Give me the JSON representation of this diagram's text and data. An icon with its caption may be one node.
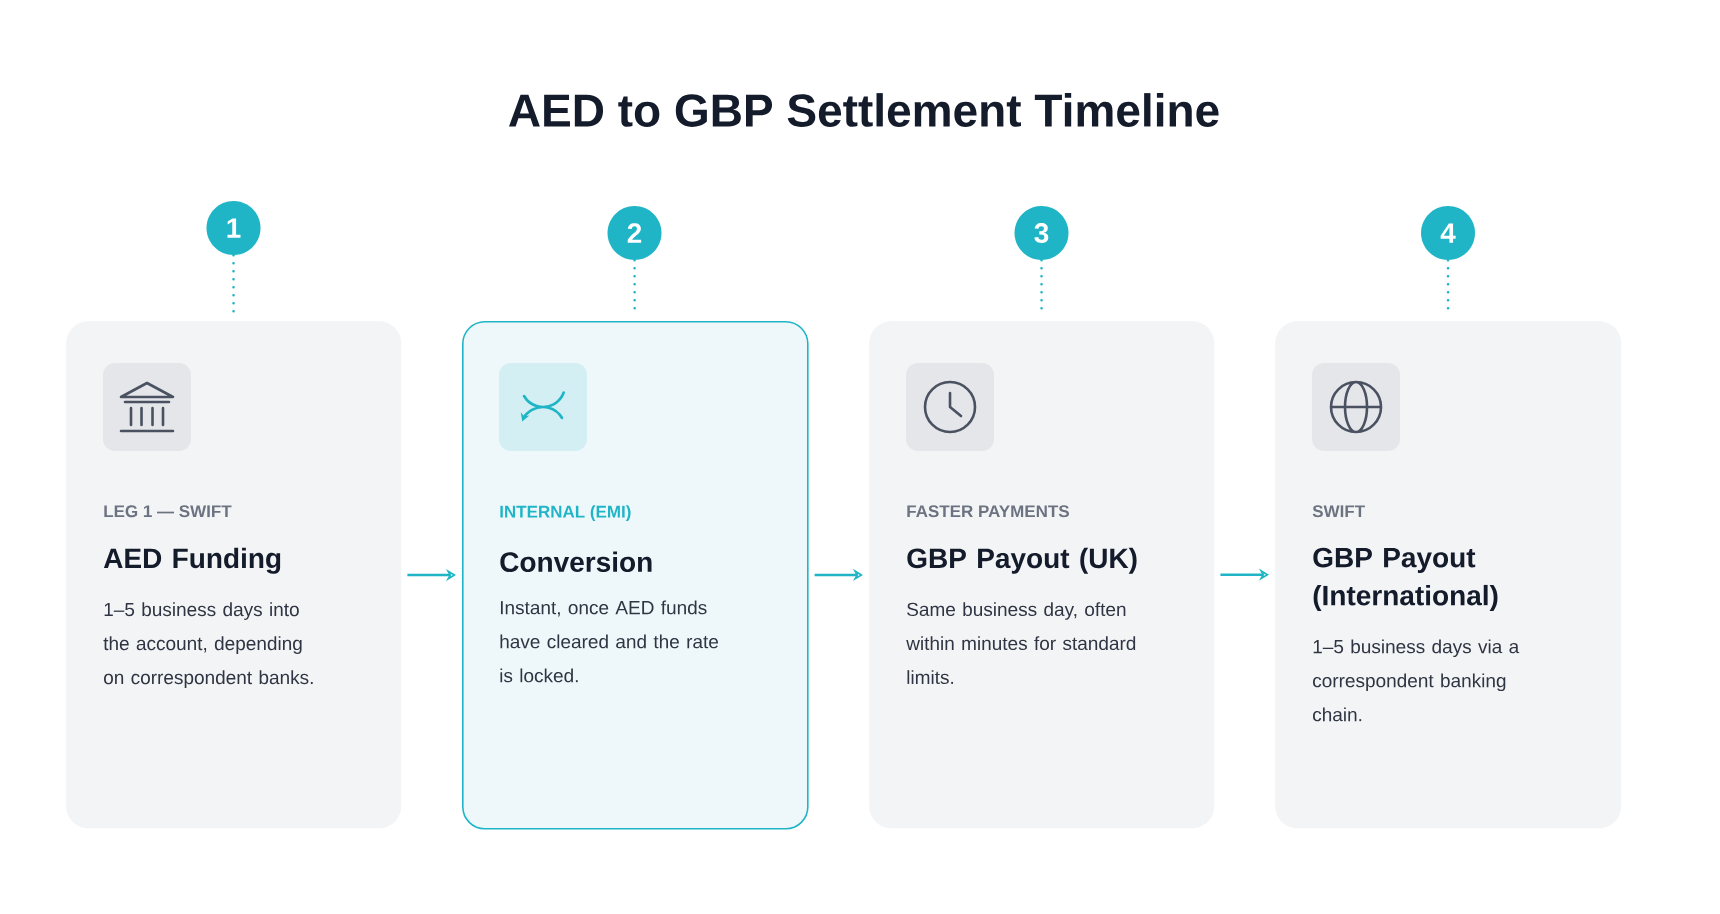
{
  "diagram": {
    "title": "AED to GBP Settlement Timeline",
    "nodes": [
      {
        "text": [
          "1"
        ]
      },
      {
        "text": [
          "2"
        ]
      },
      {
        "text": [
          "3"
        ]
      },
      {
        "text": [
          "4"
        ]
      },
      {
        "text": [
          "LEG 1 — SWIFT",
          "AED Funding",
          "1–5 business days into the account, depending on correspondent banks."
        ]
      },
      {
        "text": [
          "INTERNAL (EMI)",
          "Conversion",
          "Instant, once AED funds have cleared and the rate is locked."
        ]
      },
      {
        "text": [
          "FASTER PAYMENTS",
          "GBP Payout (UK)",
          "Same business day, often within minutes for standard limits."
        ]
      },
      {
        "text": [
          "SWIFT",
          "GBP Payout (International)",
          "1–5 business days via a correspondent banking chain."
        ]
      }
    ],
    "edges": [
      {
        "from": 0,
        "to": 4,
        "arrow": "none",
        "style": "dashed"
      },
      {
        "from": 1,
        "to": 5,
        "arrow": "none",
        "style": "dashed"
      },
      {
        "from": 2,
        "to": 6,
        "arrow": "none",
        "style": "dashed"
      },
      {
        "from": 3,
        "to": 7,
        "arrow": "none",
        "style": "dashed"
      },
      {
        "from": 4,
        "to": 5,
        "arrow": "to"
      },
      {
        "from": 5,
        "to": 6,
        "arrow": "to"
      },
      {
        "from": 6,
        "to": 7,
        "arrow": "to"
      }
    ]
  }
}
